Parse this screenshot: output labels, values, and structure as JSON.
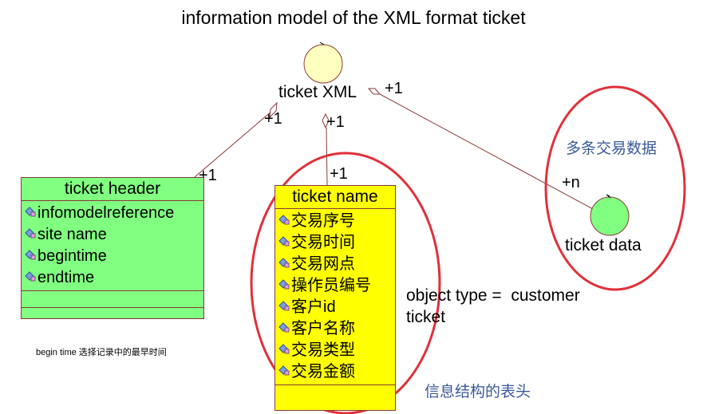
{
  "title": "information model of the XML format  ticket",
  "root": {
    "label": "ticket XML"
  },
  "header_class": {
    "name": "ticket header",
    "attributes": [
      "infomodelreference",
      "site name",
      "begintime",
      "endtime"
    ]
  },
  "name_class": {
    "name": "ticket name",
    "attributes": [
      "交易序号",
      "交易时间",
      "交易网点",
      "操作员编号",
      "客户id",
      "客户名称",
      "交易类型",
      "交易金额"
    ]
  },
  "data_node": {
    "label": "ticket data"
  },
  "multiplicities": {
    "root_to_header": "+1",
    "header_end": "+1",
    "root_to_name": "+1",
    "name_end": "+1",
    "root_to_data": "+1",
    "data_end": "+n"
  },
  "notes": {
    "object_type": "object type =  customer\nticket",
    "header_hint": "信息结构的表头",
    "data_hint": "多条交易数据",
    "begin_time": "begin time  选择记录中的最早时间"
  },
  "colors": {
    "line": "#8a3a3a",
    "highlight": "#e0303a",
    "header_fill": "#80ff80",
    "name_fill": "#ffff00",
    "root_fill": "#ffffc0",
    "data_fill": "#80ff80",
    "annotation": "#3a5a9a"
  }
}
